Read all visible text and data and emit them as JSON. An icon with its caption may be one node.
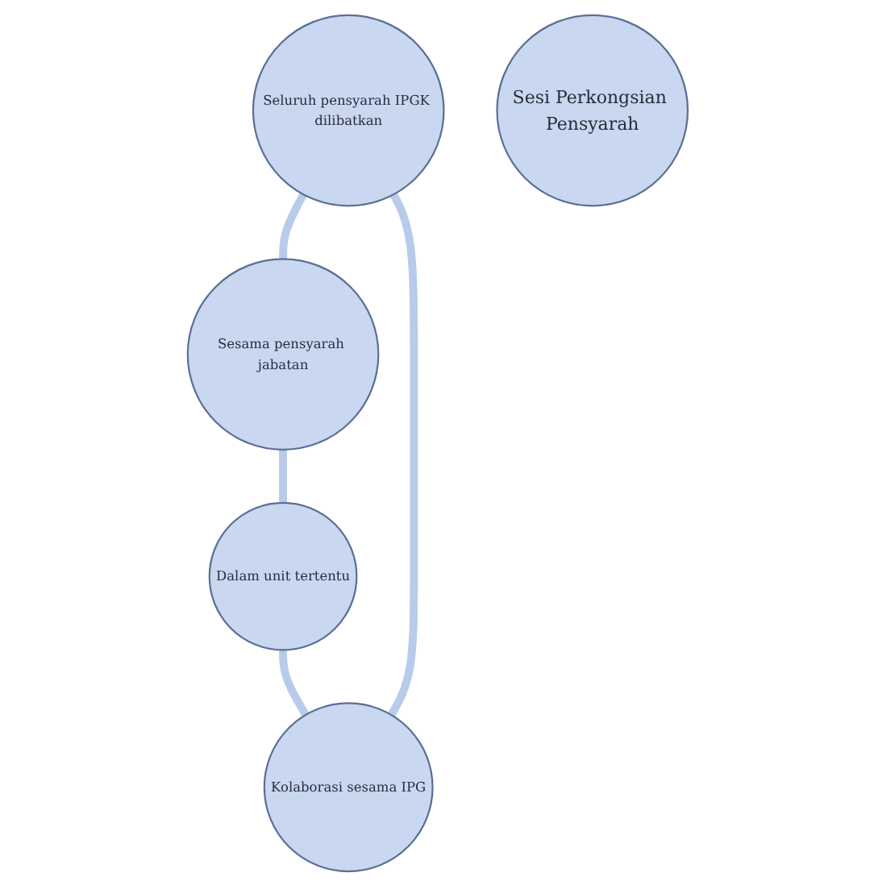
{
  "diagram": {
    "nodes": [
      {
        "text": [
          "Seluruh pensyarah IPGK dilibatkan"
        ]
      },
      {
        "text": [
          "Kolaborasi sesama IPG"
        ]
      },
      {
        "text": [
          "Sesi Perkongsian Pensyarah"
        ]
      },
      {
        "text": [
          "Sesama pensyarah jabatan"
        ]
      },
      {
        "text": [
          "Dalam unit tertentu"
        ]
      }
    ],
    "edges": [
      {
        "from": 0,
        "to": 3,
        "arrow": "none"
      },
      {
        "from": 3,
        "to": 4,
        "arrow": "none"
      },
      {
        "from": 4,
        "to": 1,
        "arrow": "none"
      },
      {
        "from": 1,
        "to": 0,
        "arrow": "none"
      }
    ]
  }
}
